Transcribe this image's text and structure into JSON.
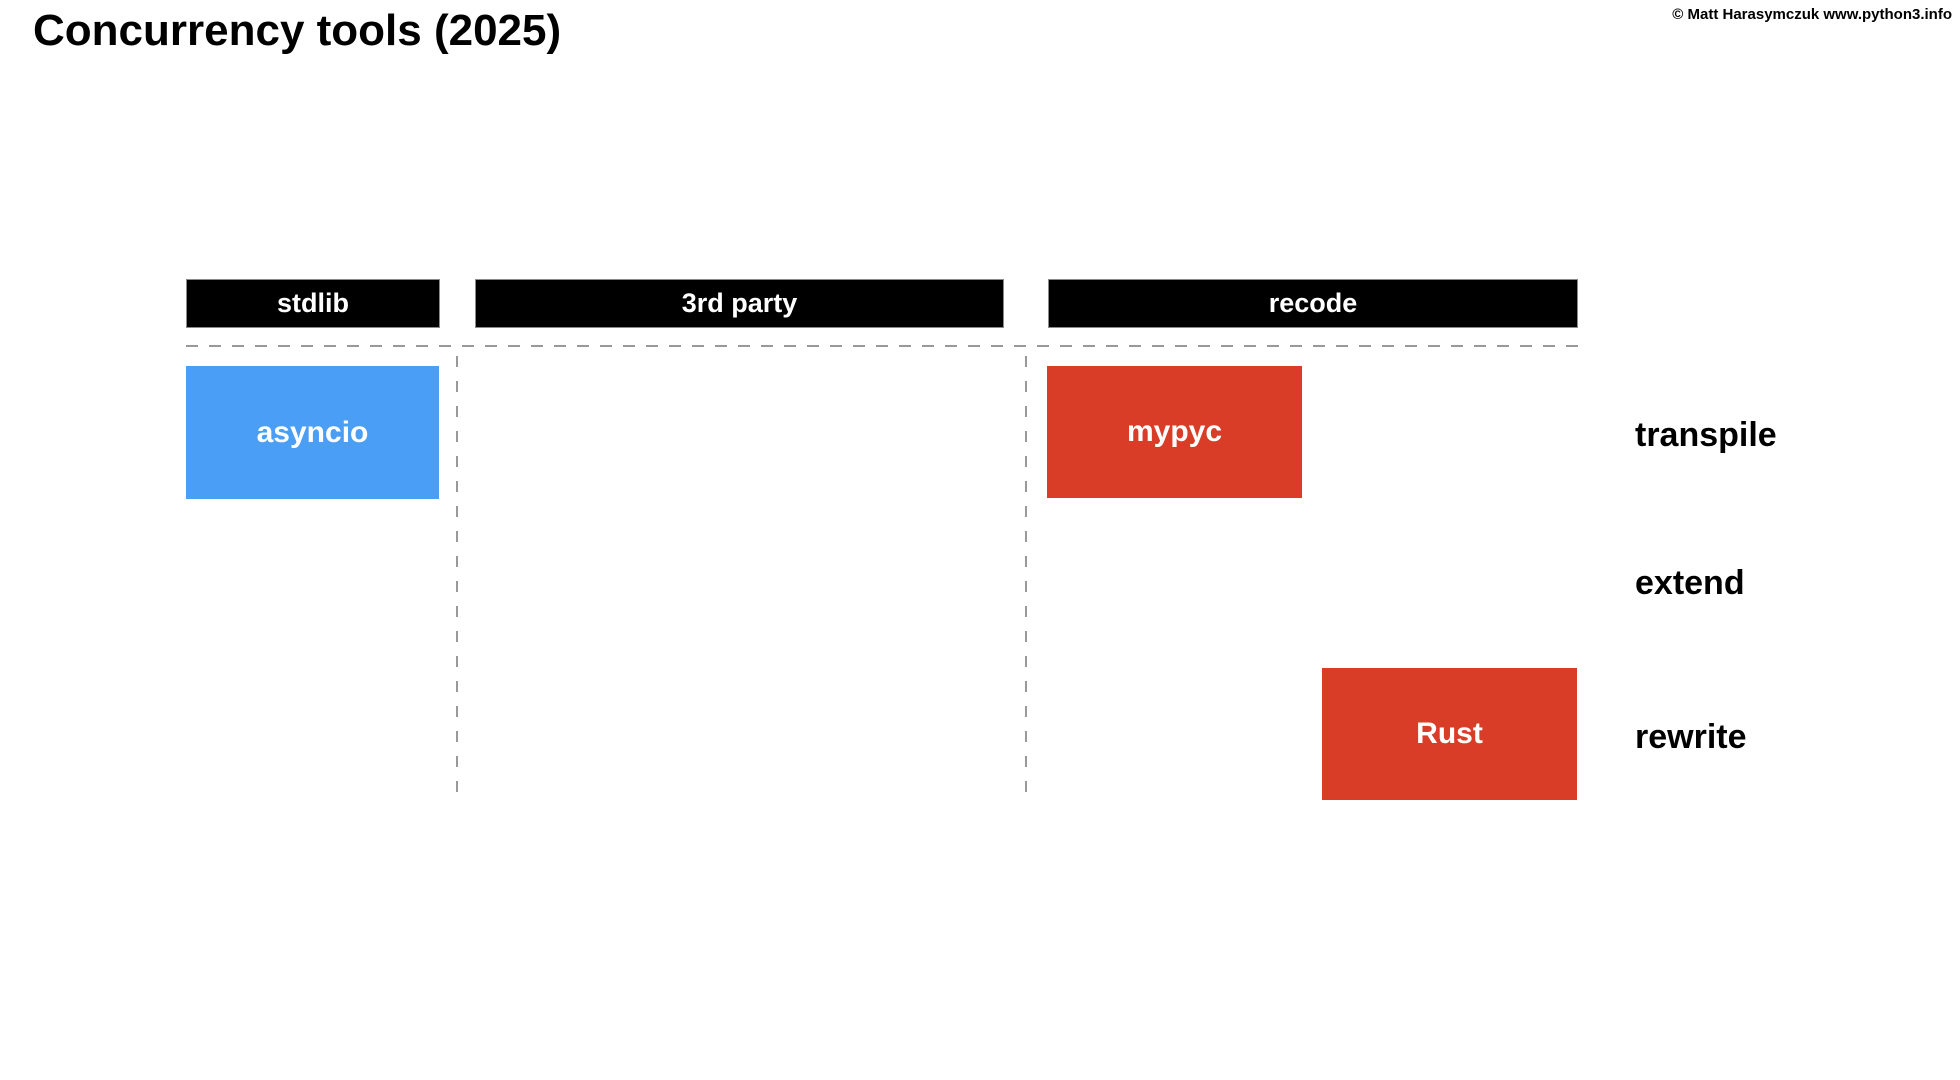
{
  "page": {
    "title": "Concurrency tools (2025)",
    "credit": "© Matt Harasymczuk www.python3.info",
    "background": "#ffffff"
  },
  "colors": {
    "header_bg": "#000000",
    "header_text": "#ffffff",
    "blue_box": "#4a9ef5",
    "red_box": "#d93d27",
    "box_text": "#ffffff",
    "dashed_grid": "#999999",
    "label_text": "#000000"
  },
  "columns": [
    {
      "id": "stdlib",
      "label": "stdlib"
    },
    {
      "id": "3rd-party",
      "label": "3rd party"
    },
    {
      "id": "recode",
      "label": "recode"
    }
  ],
  "rows": [
    {
      "id": "transpile",
      "label": "transpile"
    },
    {
      "id": "extend",
      "label": "extend"
    },
    {
      "id": "rewrite",
      "label": "rewrite"
    }
  ],
  "tools": [
    {
      "name": "asyncio",
      "column": "stdlib",
      "row": "transpile",
      "color": "#4a9ef5"
    },
    {
      "name": "mypyc",
      "column": "recode",
      "row": "transpile",
      "color": "#d93d27"
    },
    {
      "name": "Rust",
      "column": "recode",
      "row": "rewrite",
      "color": "#d93d27"
    }
  ]
}
